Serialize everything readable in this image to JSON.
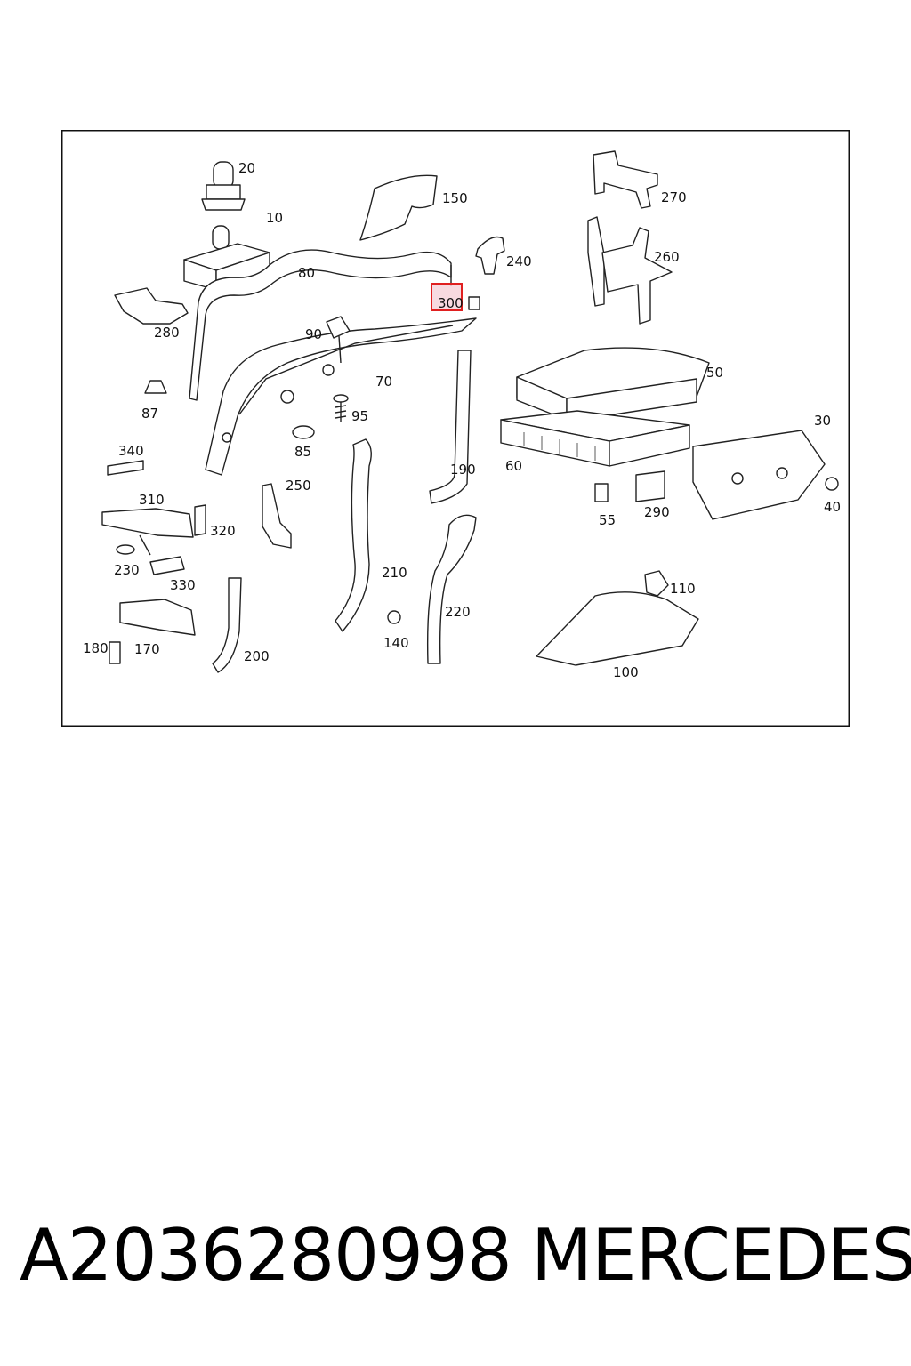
{
  "diagram": {
    "highlighted_part": "300",
    "highlight_color": "#e02020",
    "highlight_fill": "#f6d3db",
    "labels": {
      "p10": "10",
      "p20": "20",
      "p30": "30",
      "p40": "40",
      "p50": "50",
      "p55": "55",
      "p60": "60",
      "p70": "70",
      "p80": "80",
      "p85": "85",
      "p87": "87",
      "p90": "90",
      "p95": "95",
      "p100": "100",
      "p110": "110",
      "p140": "140",
      "p150": "150",
      "p170": "170",
      "p180": "180",
      "p190": "190",
      "p200": "200",
      "p210": "210",
      "p220": "220",
      "p230": "230",
      "p240": "240",
      "p250": "250",
      "p260": "260",
      "p270": "270",
      "p280": "280",
      "p290": "290",
      "p300": "300",
      "p310": "310",
      "p320": "320",
      "p330": "330",
      "p340": "340"
    }
  },
  "footer": {
    "part_number": "A2036280998",
    "brand": "MERCEDES"
  }
}
